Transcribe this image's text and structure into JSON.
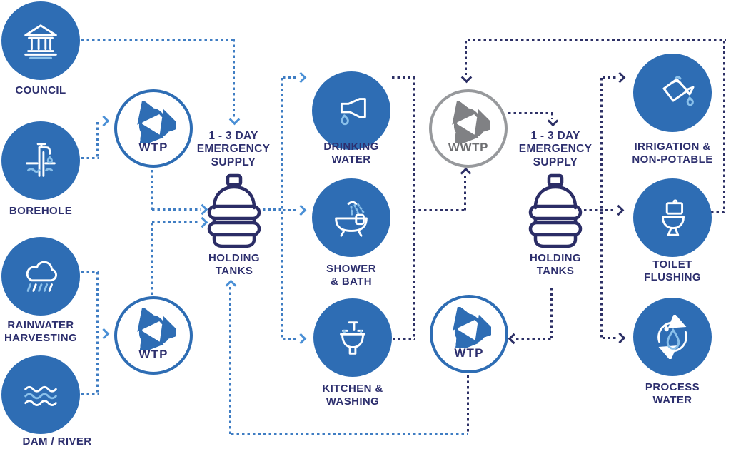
{
  "nodes": {
    "council": {
      "label": "COUNCIL"
    },
    "borehole": {
      "label": "BOREHOLE"
    },
    "rainwater": {
      "label": "RAINWATER\nHARVESTING"
    },
    "dam": {
      "label": "DAM / RIVER"
    },
    "wtp1": {
      "label": "WTP"
    },
    "wtp2": {
      "label": "WTP"
    },
    "wtp3": {
      "label": "WTP"
    },
    "wwtp": {
      "label": "WWTP"
    },
    "supply1": {
      "label": "1 - 3 DAY\nEMERGENCY\nSUPPLY"
    },
    "tanks1": {
      "label": "HOLDING\nTANKS"
    },
    "supply2": {
      "label": "1 - 3 DAY\nEMERGENCY\nSUPPLY"
    },
    "tanks2": {
      "label": "HOLDING\nTANKS"
    },
    "drinking": {
      "label": "DRINKING\nWATER"
    },
    "shower": {
      "label": "SHOWER\n& BATH"
    },
    "kitchen": {
      "label": "KITCHEN &\nWASHING"
    },
    "irrigation": {
      "label": "IRRIGATION &\nNON-POTABLE"
    },
    "toilet": {
      "label": "TOILET\nFLUSHING"
    },
    "process": {
      "label": "PROCESS\nWATER"
    }
  },
  "colors": {
    "circle_blue": "#2e6db4",
    "navy_text": "#2d2f6e",
    "supply_line": "#3f7dc3",
    "waste_line": "#2d3066",
    "wwtp_gray": "#97999c",
    "wwtp_text": "#6d6e71",
    "icon_accent": "#8ac0ea",
    "icon_white": "#ffffff"
  }
}
